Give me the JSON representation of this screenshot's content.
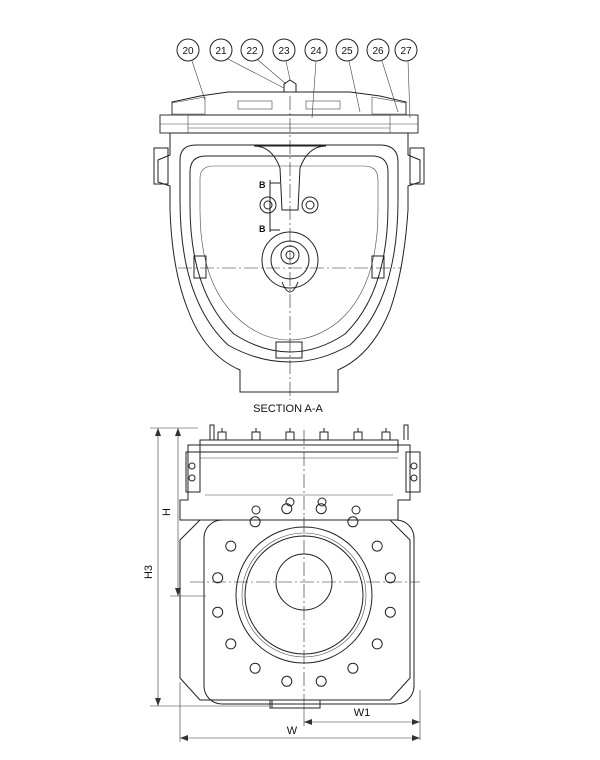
{
  "callouts": [
    {
      "id": "c20",
      "label": "20"
    },
    {
      "id": "c21",
      "label": "21"
    },
    {
      "id": "c22",
      "label": "22"
    },
    {
      "id": "c23",
      "label": "23"
    },
    {
      "id": "c24",
      "label": "24"
    },
    {
      "id": "c25",
      "label": "25"
    },
    {
      "id": "c26",
      "label": "26"
    },
    {
      "id": "c27",
      "label": "27"
    }
  ],
  "section_view": {
    "caption": "SECTION A-A",
    "marker_top": "B",
    "marker_bottom": "B"
  },
  "front_view": {
    "dim_h": "H",
    "dim_h3": "H3",
    "dim_w": "W",
    "dim_w1": "W1"
  },
  "colors": {
    "line": "#222222",
    "hatch": "#555555",
    "background": "#ffffff"
  }
}
